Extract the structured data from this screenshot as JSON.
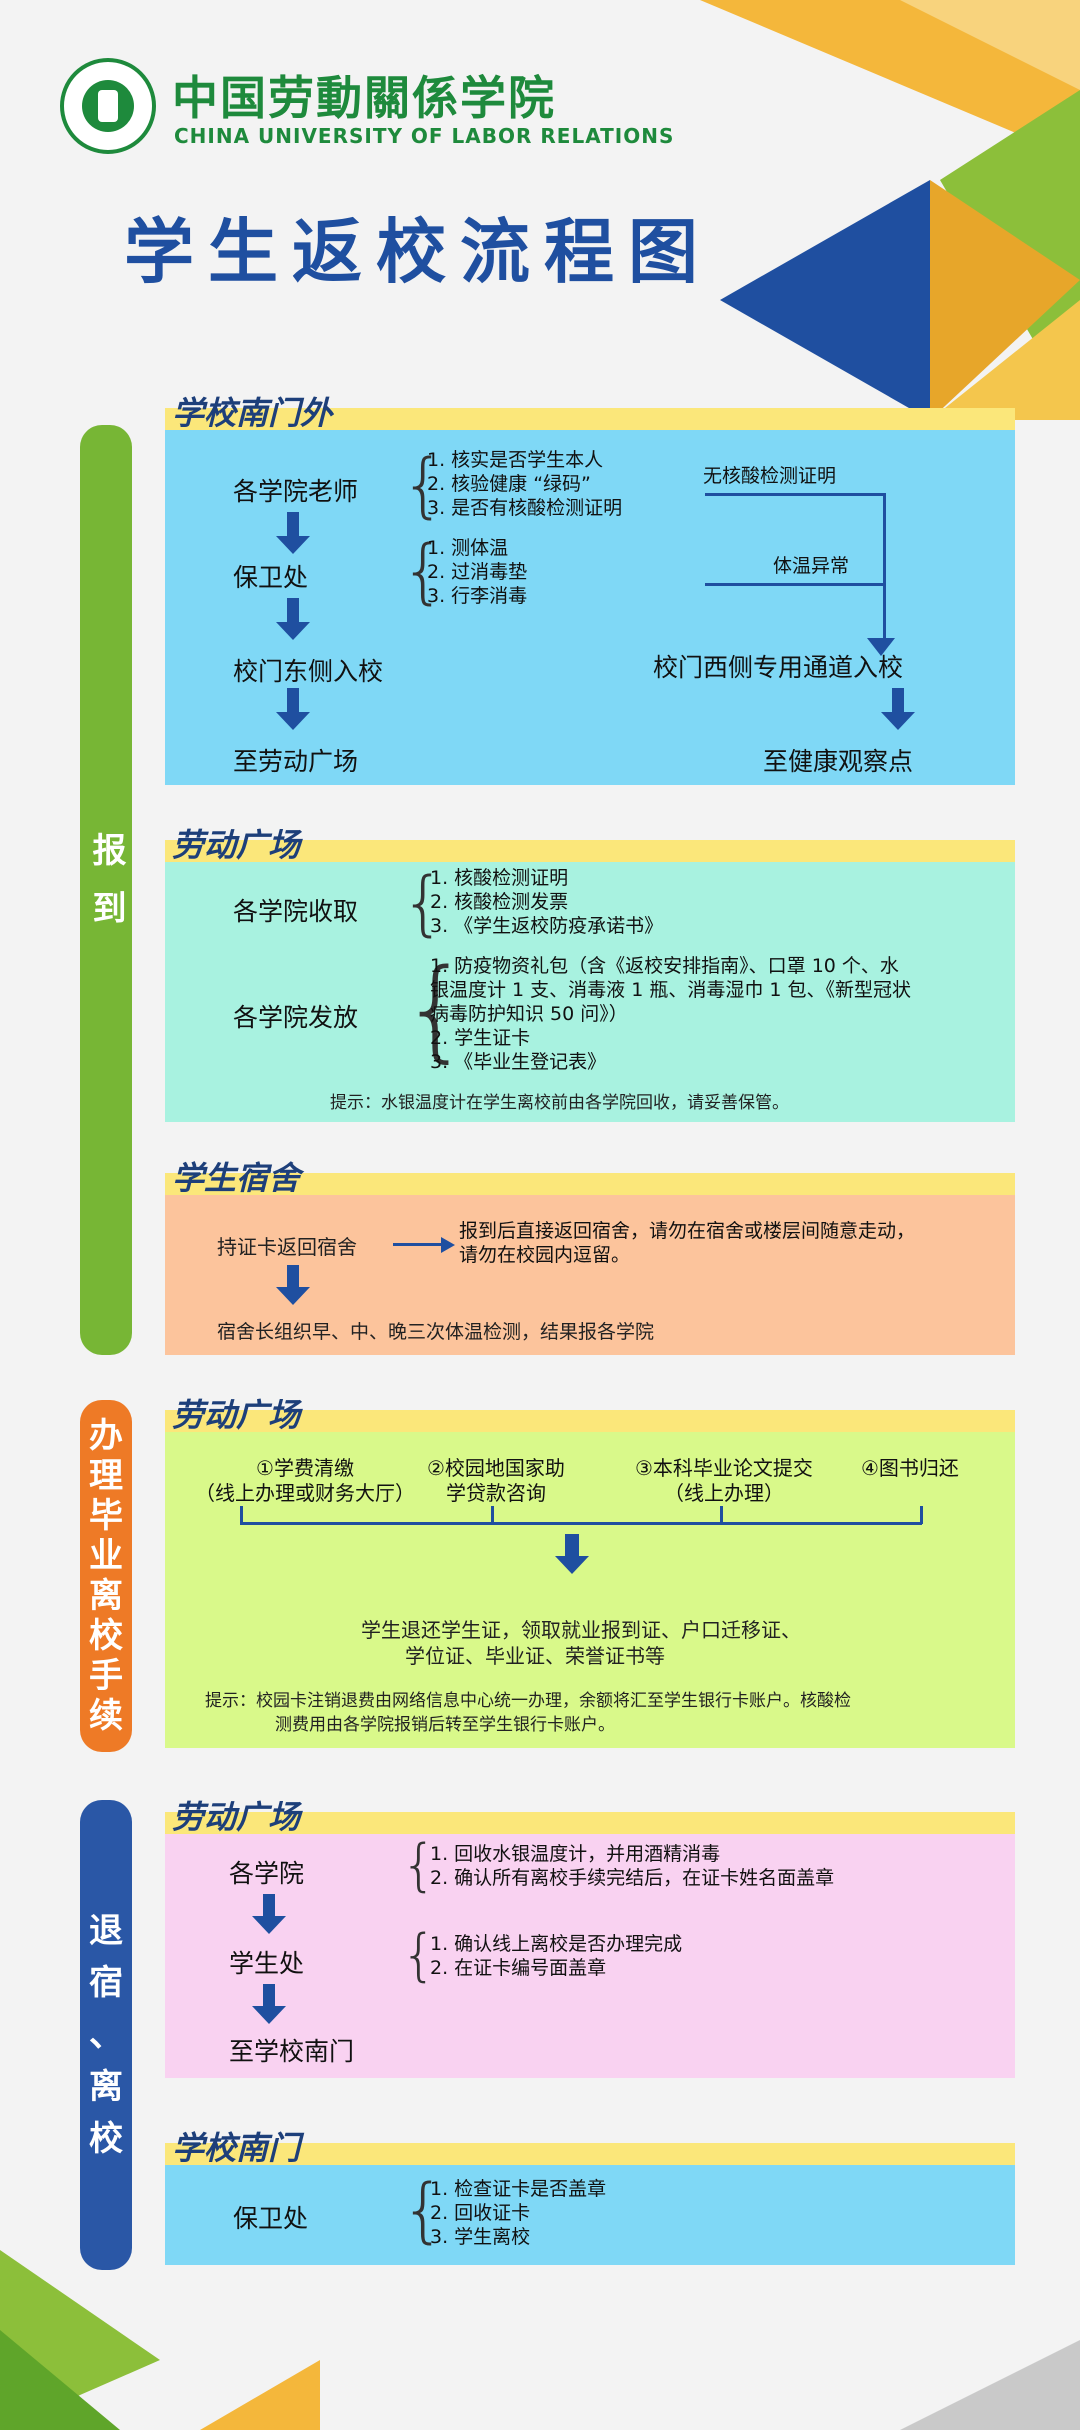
{
  "header": {
    "school_cn": "中国劳動關係学院",
    "school_en": "CHINA UNIVERSITY OF LABOR RELATIONS",
    "title": "学生返校流程图"
  },
  "sidebars": {
    "report": "报到",
    "graduate": [
      "办",
      "理",
      "毕",
      "业",
      "离",
      "校",
      "手",
      "续"
    ],
    "leave": [
      "退",
      "宿",
      "、",
      "离",
      "校"
    ]
  },
  "south_gate_outside": {
    "heading": "学校南门外",
    "teacher": "各学院老师",
    "teacher_items": [
      "1. 核实是否学生本人",
      "2. 核验健康 “绿码”",
      "3. 是否有核酸检测证明"
    ],
    "security": "保卫处",
    "security_items": [
      "1. 测体温",
      "2. 过消毒垫",
      "3. 行李消毒"
    ],
    "east_entry": "校门东侧入校",
    "to_square": "至劳动广场",
    "no_test": "无核酸检测证明",
    "temp_abnormal": "体温异常",
    "west_entry": "校门西侧专用通道入校",
    "to_health": "至健康观察点"
  },
  "labor_square_1": {
    "heading": "劳动广场",
    "collect": "各学院收取",
    "collect_items": [
      "1. 核酸检测证明",
      "2. 核酸检测发票",
      "3. 《学生返校防疫承诺书》"
    ],
    "issue": "各学院发放",
    "issue_items": [
      "1. 防疫物资礼包（含《返校安排指南》、口罩 10 个、水",
      "银温度计 1 支、消毒液 1 瓶、消毒湿巾 1 包、《新型冠状",
      "病毒防护知识 50 问》）",
      "2. 学生证卡",
      "3. 《毕业生登记表》"
    ],
    "tip": "提示：水银温度计在学生离校前由各学院回收，请妥善保管。"
  },
  "dorm": {
    "heading": "学生宿舍",
    "card_return": "持证卡返回宿舍",
    "note_lines": [
      "报到后直接返回宿舍，请勿在宿舍或楼层间随意走动，",
      "请勿在校园内逗留。"
    ],
    "check": "宿舍长组织早、中、晚三次体温检测，结果报各学院"
  },
  "labor_square_2": {
    "heading": "劳动广场",
    "step1": [
      "①学费清缴",
      "（线上办理或财务大厅）"
    ],
    "step2": [
      "②校园地国家助",
      "学贷款咨询"
    ],
    "step3": [
      "③本科毕业论文提交",
      "（线上办理）"
    ],
    "step4": [
      "④图书归还"
    ],
    "result": [
      "学生退还学生证，领取就业报到证、户口迁移证、",
      "学位证、毕业证、荣誉证书等"
    ],
    "tip": [
      "提示：校园卡注销退费由网络信息中心统一办理，余额将汇至学生银行卡账户。核酸检",
      "测费用由各学院报销后转至学生银行卡账户。"
    ]
  },
  "labor_square_3": {
    "heading": "劳动广场",
    "college": "各学院",
    "college_items": [
      "1. 回收水银温度计，并用酒精消毒",
      "2. 确认所有离校手续完结后，在证卡姓名面盖章"
    ],
    "student_office": "学生处",
    "student_items": [
      "1. 确认线上离校是否办理完成",
      "2. 在证卡编号面盖章"
    ],
    "to_gate": "至学校南门"
  },
  "south_gate": {
    "heading": "学校南门",
    "security": "保卫处",
    "items": [
      "1. 检查证卡是否盖章",
      "2. 回收证卡",
      "3. 学生离校"
    ]
  },
  "colors": {
    "green": "#1e8a3c",
    "blue": "#1f4fa0",
    "cyan": "#7fd8f6",
    "mint": "#a8f2e0",
    "peach": "#fcc49c",
    "lime": "#d9f98a",
    "pink": "#f9d2f1",
    "band": "#fbe77a"
  }
}
